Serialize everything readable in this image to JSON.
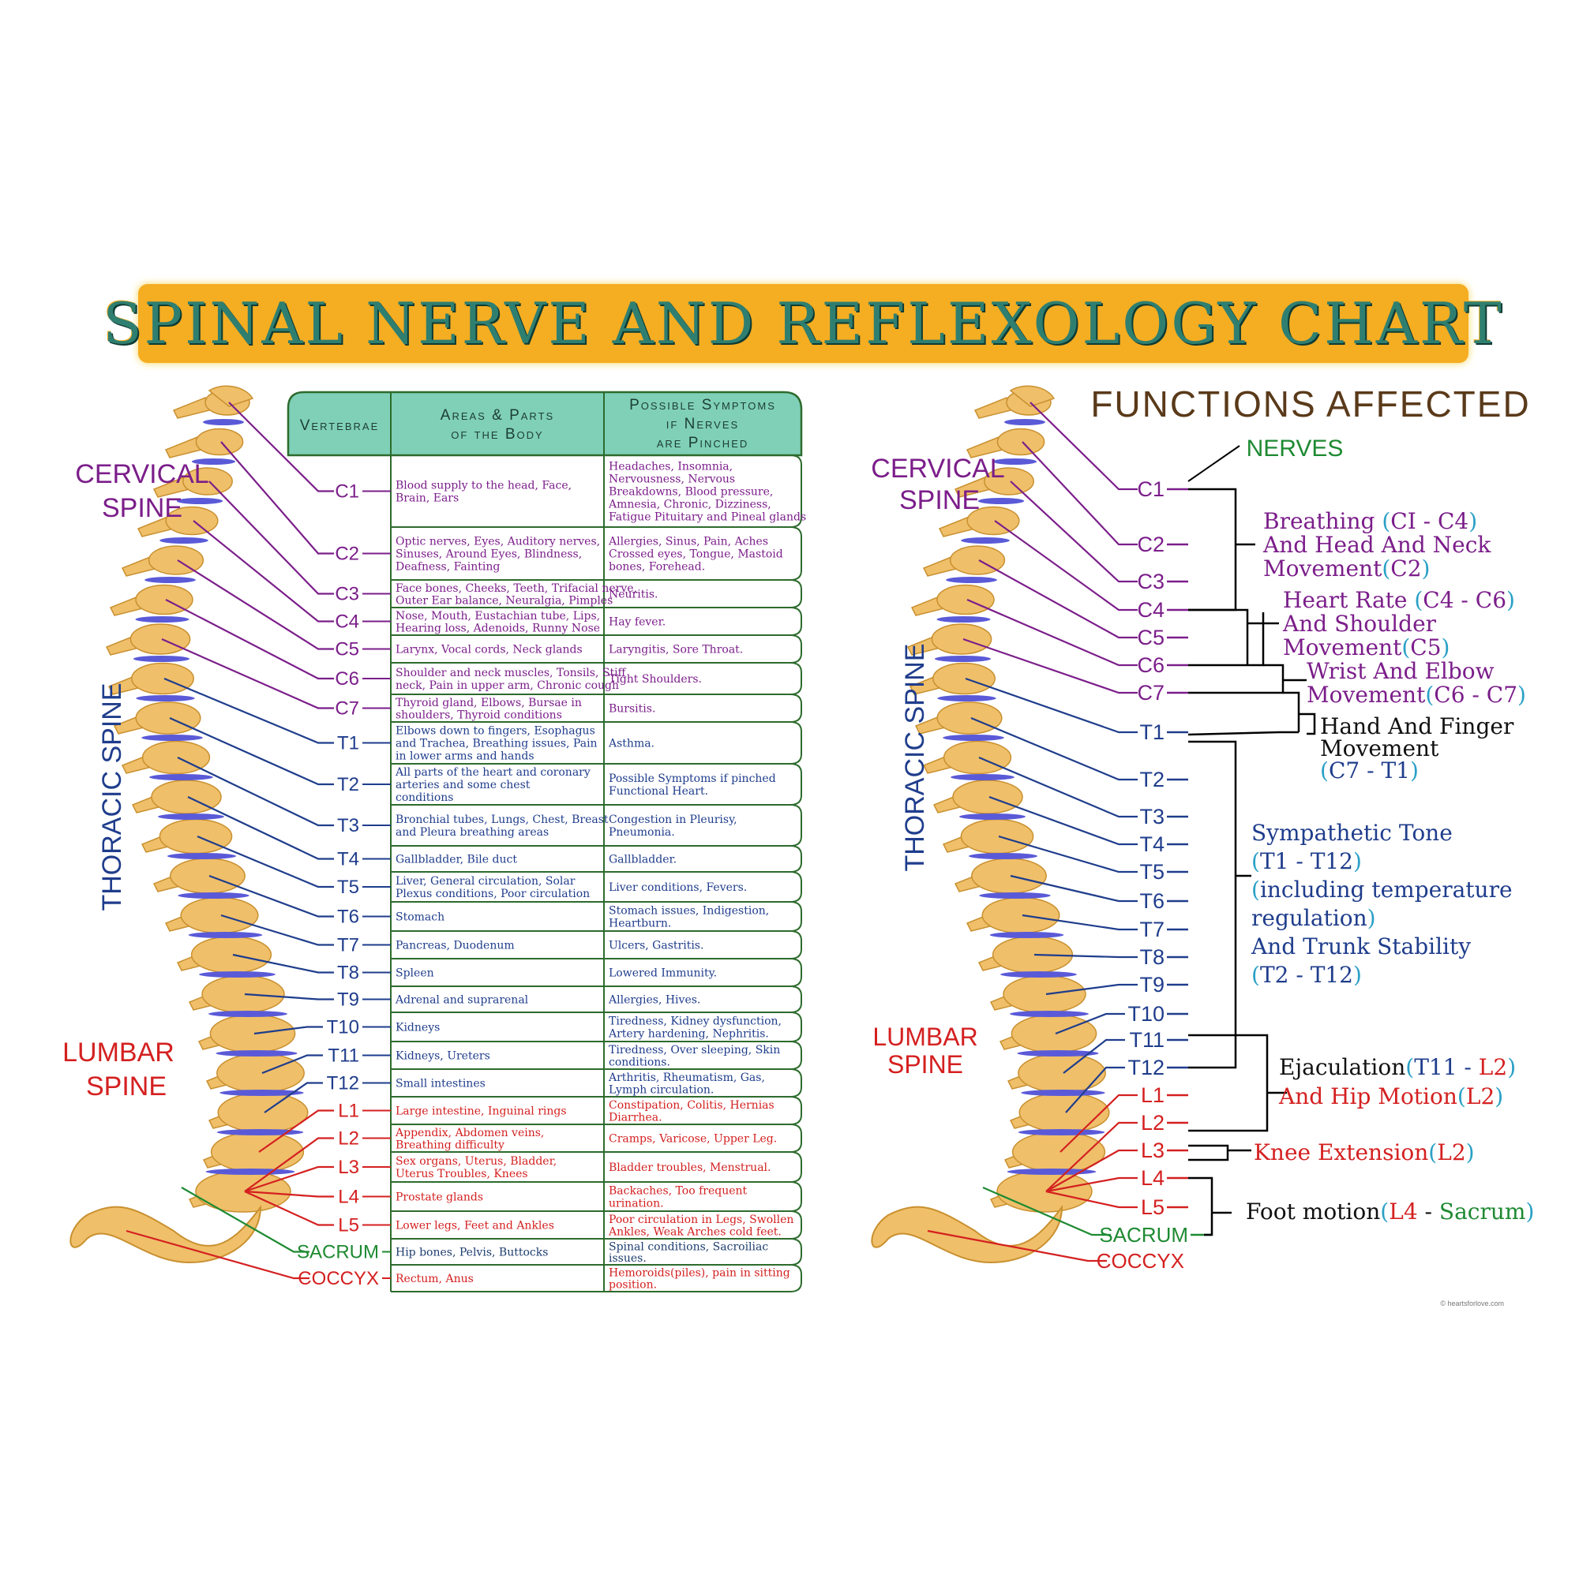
{
  "title": "SPINAL NERVE AND REFLEXOLOGY CHART",
  "colors": {
    "cervical": "#7b1e8a",
    "thoracic": "#1f3d8c",
    "lumbar": "#d42020",
    "sacrum": "#1e8a32",
    "coccyx": "#d42020",
    "table_border": "#2d6b2d",
    "header_fill": "#7fd0b7",
    "bone": "#efbf6a",
    "disc": "#5a5ad8",
    "paren": "#2aa0c6",
    "functions_title": "#5a3a1a"
  },
  "left": {
    "region_labels": {
      "cervical": [
        "CERVICAL",
        "SPINE"
      ],
      "thoracic": "THORACIC SPINE",
      "lumbar": [
        "LUMBAR",
        "SPINE"
      ]
    },
    "table_headers": {
      "vertebrae": "Vertebrae",
      "areas": [
        "Areas & Parts",
        "of the Body"
      ],
      "symptoms": [
        "Possible Symptoms",
        "if Nerves",
        "are Pinched"
      ]
    },
    "rows": [
      {
        "label": "C1",
        "group": "cervical",
        "areas": [
          "Blood supply to the head, Face,",
          "Brain, Ears"
        ],
        "symptoms": [
          "Headaches, Insomnia,",
          "Nervousness, Nervous",
          "Breakdowns, Blood pressure,",
          "Amnesia, Chronic, Dizziness,",
          "Fatigue Pituitary and Pineal glands"
        ]
      },
      {
        "label": "C2",
        "group": "cervical",
        "areas": [
          "Optic nerves, Eyes, Auditory nerves,",
          "Sinuses, Around Eyes, Blindness,",
          "Deafness, Fainting"
        ],
        "symptoms": [
          "Allergies, Sinus, Pain, Aches",
          "Crossed eyes, Tongue, Mastoid",
          "bones, Forehead."
        ]
      },
      {
        "label": "C3",
        "group": "cervical",
        "areas": [
          "Face bones, Cheeks, Teeth, Trifacial nerve,",
          "Outer Ear balance, Neuralgia, Pimples"
        ],
        "symptoms": [
          "Neuritis."
        ]
      },
      {
        "label": "C4",
        "group": "cervical",
        "areas": [
          "Nose, Mouth, Eustachian tube, Lips,",
          "Hearing loss, Adenoids, Runny Nose"
        ],
        "symptoms": [
          "Hay fever."
        ]
      },
      {
        "label": "C5",
        "group": "cervical",
        "areas": [
          "Larynx, Vocal cords, Neck glands"
        ],
        "symptoms": [
          "Laryngitis, Sore Throat."
        ]
      },
      {
        "label": "C6",
        "group": "cervical",
        "areas": [
          "Shoulder and neck muscles, Tonsils, Stiff",
          "neck, Pain in upper arm, Chronic cough"
        ],
        "symptoms": [
          "Tight Shoulders."
        ]
      },
      {
        "label": "C7",
        "group": "cervical",
        "areas": [
          "Thyroid gland, Elbows, Bursae in",
          "shoulders, Thyroid conditions"
        ],
        "symptoms": [
          "Bursitis."
        ]
      },
      {
        "label": "T1",
        "group": "thoracic",
        "areas": [
          "Elbows down to fingers, Esophagus",
          "and Trachea, Breathing issues, Pain",
          "in lower arms and hands"
        ],
        "symptoms": [
          "Asthma."
        ]
      },
      {
        "label": "T2",
        "group": "thoracic",
        "areas": [
          "All parts of the heart and coronary",
          "arteries and some chest",
          "conditions"
        ],
        "symptoms": [
          "Possible Symptoms if pinched",
          "Functional Heart."
        ]
      },
      {
        "label": "T3",
        "group": "thoracic",
        "areas": [
          "Bronchial tubes, Lungs, Chest, Breast",
          "and Pleura breathing areas"
        ],
        "symptoms": [
          "Congestion in Pleurisy,",
          "Pneumonia."
        ]
      },
      {
        "label": "T4",
        "group": "thoracic",
        "areas": [
          "Gallbladder, Bile duct"
        ],
        "symptoms": [
          "Gallbladder."
        ]
      },
      {
        "label": "T5",
        "group": "thoracic",
        "areas": [
          "Liver, General circulation, Solar",
          "Plexus conditions, Poor circulation"
        ],
        "symptoms": [
          "Liver conditions, Fevers."
        ]
      },
      {
        "label": "T6",
        "group": "thoracic",
        "areas": [
          "Stomach"
        ],
        "symptoms": [
          "Stomach issues, Indigestion,",
          "Heartburn."
        ]
      },
      {
        "label": "T7",
        "group": "thoracic",
        "areas": [
          "Pancreas, Duodenum"
        ],
        "symptoms": [
          "Ulcers, Gastritis."
        ]
      },
      {
        "label": "T8",
        "group": "thoracic",
        "areas": [
          "Spleen"
        ],
        "symptoms": [
          "Lowered Immunity."
        ]
      },
      {
        "label": "T9",
        "group": "thoracic",
        "areas": [
          "Adrenal and suprarenal"
        ],
        "symptoms": [
          "Allergies, Hives."
        ]
      },
      {
        "label": "T10",
        "group": "thoracic",
        "areas": [
          "Kidneys"
        ],
        "symptoms": [
          "Tiredness, Kidney dysfunction,",
          "Artery hardening, Nephritis."
        ]
      },
      {
        "label": "T11",
        "group": "thoracic",
        "areas": [
          "Kidneys, Ureters"
        ],
        "symptoms": [
          "Tiredness, Over sleeping, Skin",
          "conditions."
        ]
      },
      {
        "label": "T12",
        "group": "thoracic",
        "areas": [
          "Small intestines"
        ],
        "symptoms": [
          "Arthritis, Rheumatism, Gas,",
          "Lymph circulation."
        ]
      },
      {
        "label": "L1",
        "group": "lumbar",
        "areas": [
          "Large intestine, Inguinal rings"
        ],
        "symptoms": [
          "Constipation, Colitis, Hernias",
          "Diarrhea."
        ]
      },
      {
        "label": "L2",
        "group": "lumbar",
        "areas": [
          "Appendix, Abdomen veins,",
          "Breathing difficulty"
        ],
        "symptoms": [
          "Cramps, Varicose, Upper Leg."
        ]
      },
      {
        "label": "L3",
        "group": "lumbar",
        "areas": [
          "Sex organs, Uterus, Bladder,",
          "Uterus Troubles, Knees"
        ],
        "symptoms": [
          "Bladder troubles, Menstrual."
        ]
      },
      {
        "label": "L4",
        "group": "lumbar",
        "areas": [
          "Prostate glands"
        ],
        "symptoms": [
          "Backaches, Too frequent",
          "urination."
        ]
      },
      {
        "label": "L5",
        "group": "lumbar",
        "areas": [
          "Lower legs, Feet and Ankles"
        ],
        "symptoms": [
          "Poor circulation in Legs, Swollen",
          "Ankles, Weak Arches cold feet."
        ]
      },
      {
        "label": "SACRUM",
        "group": "sacrum",
        "areas": [
          "Hip bones, Pelvis, Buttocks"
        ],
        "symptoms": [
          "Spinal conditions, Sacroiliac",
          "issues."
        ]
      },
      {
        "label": "COCCYX",
        "group": "coccyx",
        "areas": [
          "Rectum, Anus"
        ],
        "symptoms": [
          "Hemoroids(piles), pain in sitting",
          "position."
        ]
      }
    ]
  },
  "right": {
    "title": "FUNCTIONS AFFECTED",
    "nerves_label": "NERVES",
    "region_labels": {
      "cervical": [
        "CERVICAL",
        "SPINE"
      ],
      "thoracic": "THORACIC SPINE",
      "lumbar": [
        "LUMBAR",
        "SPINE"
      ]
    },
    "labels": [
      "C1",
      "C2",
      "C3",
      "C4",
      "C5",
      "C6",
      "C7",
      "T1",
      "T2",
      "T3",
      "T4",
      "T5",
      "T6",
      "T7",
      "T8",
      "T9",
      "T10",
      "T11",
      "T12",
      "L1",
      "L2",
      "L3",
      "L4",
      "L5",
      "SACRUM",
      "COCCYX"
    ],
    "functions": [
      {
        "lines": [
          [
            {
              "t": "Breathing ",
              "c": "cervical"
            },
            {
              "t": "(",
              "c": "paren"
            },
            {
              "t": "CI - C4",
              "c": "cervical"
            },
            {
              "t": ")",
              "c": "paren"
            }
          ],
          [
            {
              "t": "And Head And Neck",
              "c": "cervical"
            }
          ],
          [
            {
              "t": "Movement",
              "c": "cervical"
            },
            {
              "t": "(",
              "c": "paren"
            },
            {
              "t": "C2",
              "c": "cervical"
            },
            {
              "t": ")",
              "c": "paren"
            }
          ]
        ]
      },
      {
        "lines": [
          [
            {
              "t": "Heart Rate ",
              "c": "cervical"
            },
            {
              "t": "(",
              "c": "paren"
            },
            {
              "t": "C4 - C6",
              "c": "cervical"
            },
            {
              "t": ")",
              "c": "paren"
            }
          ],
          [
            {
              "t": "And Shoulder",
              "c": "cervical"
            }
          ],
          [
            {
              "t": "Movement",
              "c": "cervical"
            },
            {
              "t": "(",
              "c": "paren"
            },
            {
              "t": "C5",
              "c": "cervical"
            },
            {
              "t": ")",
              "c": "paren"
            }
          ]
        ]
      },
      {
        "lines": [
          [
            {
              "t": "Wrist And Elbow",
              "c": "cervical"
            }
          ],
          [
            {
              "t": "Movement",
              "c": "cervical"
            },
            {
              "t": "(",
              "c": "paren"
            },
            {
              "t": "C6 - C7",
              "c": "cervical"
            },
            {
              "t": ")",
              "c": "paren"
            }
          ]
        ]
      },
      {
        "lines": [
          [
            {
              "t": "Hand And Finger",
              "c": "black"
            }
          ],
          [
            {
              "t": "Movement",
              "c": "black"
            }
          ],
          [
            {
              "t": "(",
              "c": "paren"
            },
            {
              "t": "C7 - T1",
              "c": "thoracic"
            },
            {
              "t": ")",
              "c": "paren"
            }
          ]
        ]
      },
      {
        "lines": [
          [
            {
              "t": "Sympathetic Tone",
              "c": "thoracic"
            }
          ],
          [
            {
              "t": "(",
              "c": "paren"
            },
            {
              "t": "T1 - T12",
              "c": "thoracic"
            },
            {
              "t": ")",
              "c": "paren"
            }
          ],
          [
            {
              "t": "(",
              "c": "paren"
            },
            {
              "t": "including temperature",
              "c": "thoracic"
            }
          ],
          [
            {
              "t": "regulation",
              "c": "thoracic"
            },
            {
              "t": ")",
              "c": "paren"
            }
          ],
          [
            {
              "t": "And Trunk Stability",
              "c": "thoracic"
            }
          ],
          [
            {
              "t": "(",
              "c": "paren"
            },
            {
              "t": "T2 - T12",
              "c": "thoracic"
            },
            {
              "t": ")",
              "c": "paren"
            }
          ]
        ]
      },
      {
        "lines": [
          [
            {
              "t": "Ejaculation",
              "c": "black"
            },
            {
              "t": "(",
              "c": "paren"
            },
            {
              "t": "T11 - ",
              "c": "thoracic"
            },
            {
              "t": "L2",
              "c": "lumbar"
            },
            {
              "t": ")",
              "c": "paren"
            }
          ],
          [
            {
              "t": "And Hip Motion",
              "c": "lumbar"
            },
            {
              "t": "(",
              "c": "paren"
            },
            {
              "t": "L2",
              "c": "lumbar"
            },
            {
              "t": ")",
              "c": "paren"
            }
          ]
        ]
      },
      {
        "lines": [
          [
            {
              "t": "Knee Extension",
              "c": "lumbar"
            },
            {
              "t": "(",
              "c": "paren"
            },
            {
              "t": "L2",
              "c": "lumbar"
            },
            {
              "t": ")",
              "c": "paren"
            }
          ]
        ]
      },
      {
        "lines": [
          [
            {
              "t": "Foot motion",
              "c": "black"
            },
            {
              "t": "(",
              "c": "paren"
            },
            {
              "t": "L4",
              "c": "lumbar"
            },
            {
              "t": " - ",
              "c": "black"
            },
            {
              "t": "Sacrum",
              "c": "sacrum"
            },
            {
              "t": ")",
              "c": "paren"
            }
          ]
        ]
      }
    ],
    "copyright": "© heartsforlove.com"
  }
}
